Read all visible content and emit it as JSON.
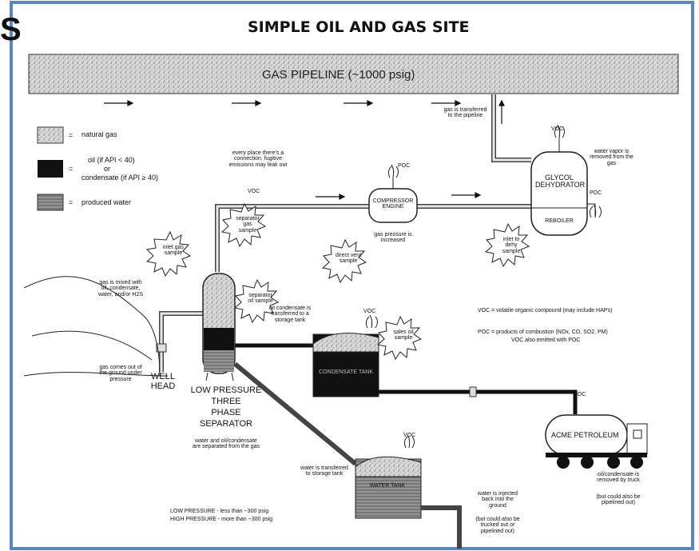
{
  "corner_letter": "S",
  "title": "SIMPLE OIL AND GAS SITE",
  "pipeline_label": "GAS PIPELINE (~1000 psig)",
  "legend": [
    {
      "label": "natural gas"
    },
    {
      "label": "oil (if API < 40)"
    },
    {
      "label": "or"
    },
    {
      "label": "condensate (if API ≥ 40)"
    },
    {
      "label": "produced water"
    }
  ],
  "equipment": {
    "well_head": "WELL HEAD",
    "separator": [
      "LOW PRESSURE",
      "THREE",
      "PHASE",
      "SEPARATOR"
    ],
    "compressor": "COMPRESSOR ENGINE",
    "glycol": "GLYCOL DEHYDRATOR",
    "reboiler": "REBOILER",
    "condensate_tank": "CONDENSATE TANK",
    "water_tank": "WATER TANK",
    "truck": "ACME PETROLEUM"
  },
  "bubbles": {
    "inlet_gas": "inlet gas sample",
    "separator_gas": "separator gas sample",
    "separator_oil": "separator oil sample",
    "direct_vent": "direct vent sample",
    "sales_oil": "sales oil sample",
    "inlet_dehy": "inlet to dehy sample"
  },
  "emission_labels": {
    "voc": "VOC",
    "poc": "POC"
  },
  "notes": {
    "joints": "every place there's a connection, fugitive emissions may leak out",
    "to_pipeline": "gas is transferred to the pipeline",
    "water_vapor": "water vapor is removed from the gas",
    "pressure": "gas pressure is increased",
    "mixed": "gas is mixed with oil, condensate, water, and/or H2S",
    "comes_out": "gas comes out of the ground under pressure",
    "oil_cond": "oil condensate is transferred to a storage tank",
    "water_cond": "water and oil/condensate are separated from the gas",
    "water_transfer": "water is transferred to storage tank",
    "injected": "water is injected back into the ground",
    "also_trucked": "(but could also be trucked out or pipelined out)",
    "removed_truck": "oil/condensate is removed by truck",
    "piped_out": "(but could also be pipelined out)",
    "voc_def": "VOC = volatile organic compound (may include HAPs)",
    "poc_def": "POC = products of combustion (NOx, CO, SO2, PM)",
    "poc_def2": "VOC also emitted with POC",
    "low_pressure": "LOW PRESSURE - less than ~300 psig",
    "high_pressure": "HIGH PRESSURE - more than ~300 psig"
  },
  "colors": {
    "frame": "#5b86c2",
    "ink": "#111111",
    "gas": "#cfcfcf",
    "oil": "#111111",
    "water": "#8a8a8a"
  }
}
